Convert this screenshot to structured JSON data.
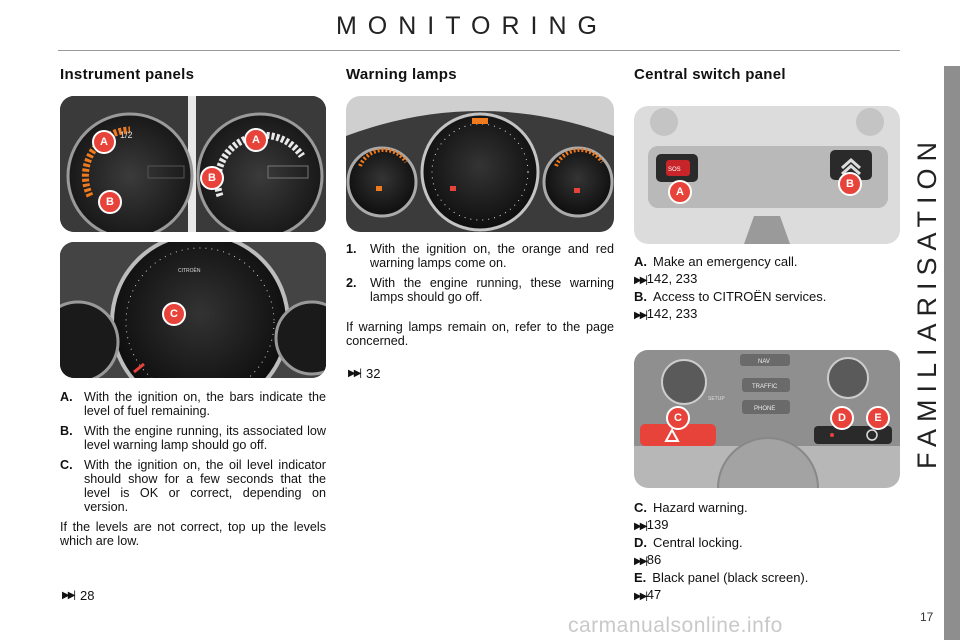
{
  "page": {
    "title": "MONITORING",
    "side_label": "FAMILIARISATION",
    "page_number": "17",
    "watermark": "carmanualsonline.info"
  },
  "instrument_panels": {
    "heading": "Instrument panels",
    "callouts": [
      "A",
      "A",
      "B",
      "B",
      "C"
    ],
    "gauge_text": "CITROËN",
    "items": [
      {
        "label": "A.",
        "text": "With the ignition on, the bars indicate the level of fuel remaining."
      },
      {
        "label": "B.",
        "text": "With the engine running, its associated low level warning lamp should go off."
      },
      {
        "label": "C.",
        "text": "With the ignition on, the oil level indicator should show for a few seconds that the level is OK or correct, depending on version."
      }
    ],
    "note": "If the levels are not correct, top up the levels which are low.",
    "reference": "28"
  },
  "warning_lamps": {
    "heading": "Warning lamps",
    "items": [
      {
        "label": "1.",
        "text": "With the ignition on, the orange and red warning lamps come on."
      },
      {
        "label": "2.",
        "text": "With the engine running, these warning lamps should go off."
      }
    ],
    "note": "If warning lamps remain on, refer to the page concerned.",
    "reference": "32"
  },
  "central_switch_panel": {
    "heading": "Central switch panel",
    "callouts_top": [
      "A",
      "B"
    ],
    "callouts_bottom": [
      "C",
      "D",
      "E"
    ],
    "panel_labels": [
      "SOS",
      "NAV",
      "TRAFFIC",
      "PHONE",
      "SETUP"
    ],
    "top_items": [
      {
        "label": "A.",
        "text": "Make an emergency call.",
        "ref": "142, 233"
      },
      {
        "label": "B.",
        "text": "Access to CITROËN services.",
        "ref": "142, 233"
      }
    ],
    "bottom_items": [
      {
        "label": "C.",
        "text": "Hazard warning.",
        "ref": "139"
      },
      {
        "label": "D.",
        "text": "Central locking.",
        "ref": "86"
      },
      {
        "label": "E.",
        "text": "Black panel (black screen).",
        "ref": "47"
      }
    ]
  },
  "icons": {
    "reference": "skip-forward-icon",
    "hazard": "hazard-triangle-icon",
    "lock": "lock-icon",
    "screen": "black-panel-icon"
  },
  "colors": {
    "callout": "#e8433a",
    "accent_orange": "#f07a1e",
    "side_tab": "#8e8e8e"
  }
}
